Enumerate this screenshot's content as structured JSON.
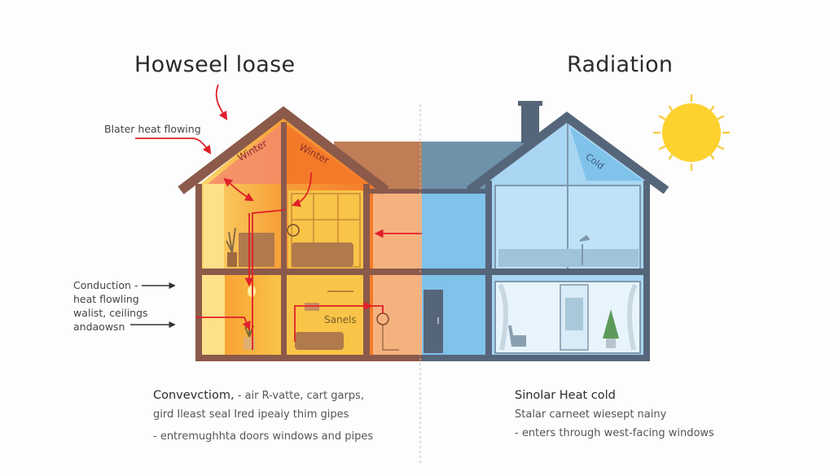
{
  "left_panel": {
    "title": "Howseel loase",
    "annotation_top": "Blater heat flowing",
    "annotation_left": [
      "Conduction -",
      "heat flowling",
      "walist, ceilings",
      "andaowsn"
    ],
    "room_labels": {
      "attic_left": "Winter",
      "attic_right": "Winter",
      "living_lower": "Sanels"
    },
    "caption": {
      "heading": "Convevctiom,",
      "heading_rest": " - air R-vatte, cart garps,",
      "line2": "gird Ileast seal Ired ipeaiy thim gipes",
      "line3": "- entremughhta doors windows and pipes"
    },
    "colors": {
      "roof": "#8b5a4a",
      "warm_orange": "#f47a2a",
      "warm_yellow": "#f9c447",
      "peach": "#f6b27e",
      "arrow": "#e0202a"
    }
  },
  "right_panel": {
    "title": "Radiation",
    "room_labels": {
      "attic": "Cold"
    },
    "caption": {
      "heading": "Sinolar Heat cold",
      "line2": "Stalar carneet wiesept nainy",
      "line3": "- enters through west-facing windows"
    },
    "colors": {
      "roof": "#56667a",
      "light_blue": "#a9d6f2",
      "mid_blue": "#7fc2ea",
      "sun": "#fdd22e"
    }
  },
  "icons": {
    "sun": "sun-icon",
    "divider": "dashed-divider"
  }
}
